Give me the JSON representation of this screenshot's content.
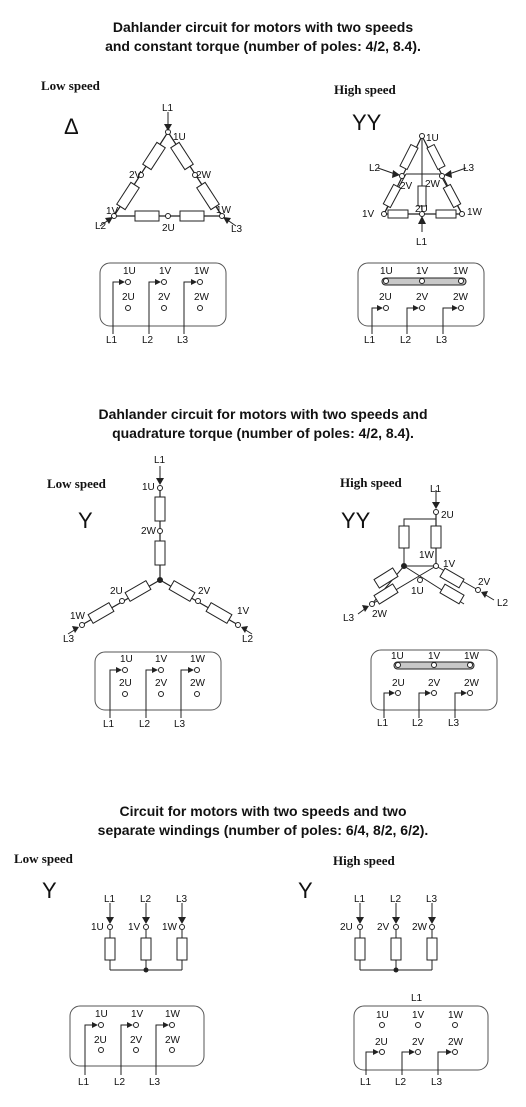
{
  "section1": {
    "title_line1": "Dahlander circuit for motors with two speeds",
    "title_line2": "and constant torque (number of poles: 4/2, 8.4).",
    "low_label": "Low speed",
    "high_label": "High speed",
    "low_symbol": "Δ",
    "high_symbol": "YY"
  },
  "section2": {
    "title_line1": "Dahlander circuit for motors with two speeds and",
    "title_line2": "quadrature torque (number of poles: 4/2, 8.4).",
    "low_label": "Low speed",
    "high_label": "High speed",
    "low_symbol": "Y",
    "high_symbol": "YY"
  },
  "section3": {
    "title_line1": "Circuit for motors with two speeds and two",
    "title_line2": "separate windings (number of poles: 6/4, 8/2, 6/2).",
    "low_label": "Low speed",
    "high_label": "High speed",
    "low_symbol": "Y",
    "high_symbol": "Y"
  },
  "labels": {
    "L1": "L1",
    "L2": "L2",
    "L3": "L3",
    "1U": "1U",
    "1V": "1V",
    "1W": "1W",
    "2U": "2U",
    "2V": "2V",
    "2W": "2W"
  },
  "colors": {
    "line": "#222222",
    "resistor_fill": "#ffffff",
    "bridge_fill": "#c8c8c8",
    "box_stroke": "#555555"
  }
}
